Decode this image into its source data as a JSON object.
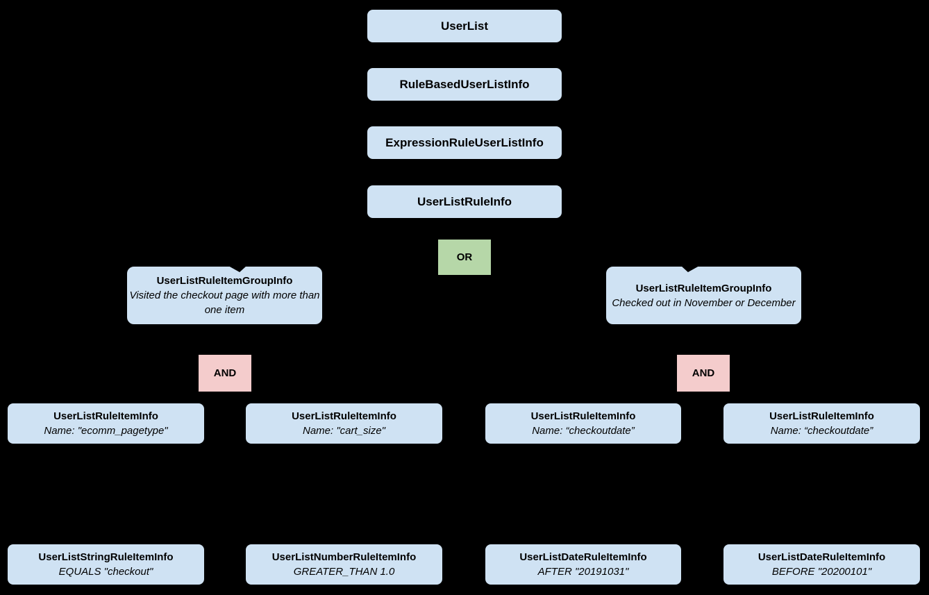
{
  "diagram": {
    "background_color": "#000000",
    "node_color": "#cfe2f3",
    "or_color": "#b6d7a8",
    "and_color": "#f4cccc",
    "text_color": "#000000",
    "chain": [
      {
        "label": "UserList"
      },
      {
        "label": "RuleBasedUserListInfo"
      },
      {
        "label": "ExpressionRuleUserListInfo"
      },
      {
        "label": "UserListRuleInfo"
      }
    ],
    "or_operator": {
      "label": "OR"
    },
    "groups": [
      {
        "title": "UserListRuleItemGroupInfo",
        "description": "Visited the checkout page with more than one item",
        "operator": {
          "label": "AND"
        }
      },
      {
        "title": "UserListRuleItemGroupInfo",
        "description": "Checked out in November or December",
        "operator": {
          "label": "AND"
        }
      }
    ],
    "rule_items": [
      {
        "title": "UserListRuleItemInfo",
        "subtitle": "Name: \"ecomm_pagetype\""
      },
      {
        "title": "UserListRuleItemInfo",
        "subtitle": "Name: \"cart_size\""
      },
      {
        "title": "UserListRuleItemInfo",
        "subtitle": "Name: “checkoutdate”"
      },
      {
        "title": "UserListRuleItemInfo",
        "subtitle": "Name: “checkoutdate”"
      }
    ],
    "operand_items": [
      {
        "title": "UserListStringRuleItemInfo",
        "subtitle": "EQUALS \"checkout\""
      },
      {
        "title": "UserListNumberRuleItemInfo",
        "subtitle": "GREATER_THAN 1.0"
      },
      {
        "title": "UserListDateRuleItemInfo",
        "subtitle": "AFTER \"20191031\""
      },
      {
        "title": "UserListDateRuleItemInfo",
        "subtitle": "BEFORE \"20200101\""
      }
    ]
  }
}
